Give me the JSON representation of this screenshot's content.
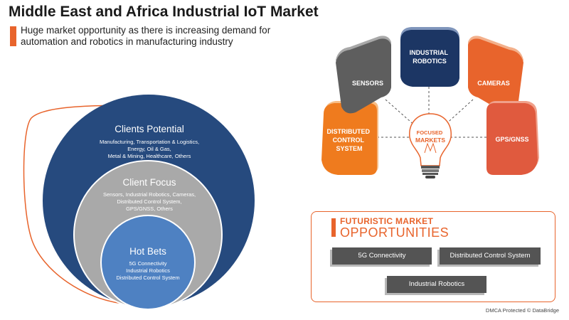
{
  "title": "Middle East and Africa Industrial IoT Market",
  "subtitle": "Huge market opportunity as there is increasing demand for automation and robotics in manufacturing industry",
  "circles": {
    "outer": {
      "title": "Clients Potential",
      "lines": [
        "Manufacturing, Transportation & Logistics,",
        "Energy, Oil & Gas,",
        "Metal & Mining, Healthcare, Others"
      ]
    },
    "middle": {
      "title": "Client Focus",
      "lines": [
        "Sensors, Industrial Robotics, Cameras,",
        "Distributed Control System,",
        "GPS/GNSS, Others"
      ]
    },
    "inner": {
      "title": "Hot Bets",
      "lines": [
        "5G Connectivity",
        "Industrial Robotics",
        "Distributed Control System"
      ]
    }
  },
  "focused_markets": {
    "center_label": [
      "FOCUSED",
      "MARKETS"
    ],
    "petals": [
      {
        "id": "distributed-control-system",
        "lines": [
          "DISTRIBUTED",
          "CONTROL",
          "SYSTEM"
        ],
        "color": "#ef7b1e"
      },
      {
        "id": "sensors",
        "lines": [
          "SENSORS"
        ],
        "color": "#5e5e5e"
      },
      {
        "id": "industrial-robotics",
        "lines": [
          "INDUSTRIAL",
          "ROBOTICS"
        ],
        "color": "#1c3664"
      },
      {
        "id": "cameras",
        "lines": [
          "CAMERAS"
        ],
        "color": "#e8642c"
      },
      {
        "id": "gps-gnss",
        "lines": [
          "GPS/GNSS"
        ],
        "color": "#e05a3e"
      }
    ]
  },
  "futuristic": {
    "title_line1": "FUTURISTIC MARKET",
    "title_line2": "OPPORTUNITIES",
    "items": [
      "5G Connectivity",
      "Distributed Control System",
      "Industrial Robotics"
    ]
  },
  "colors": {
    "accent": "#e8642c",
    "outer_circle": "#264a7e",
    "middle_circle": "#a9a9a9",
    "inner_circle": "#4e81c2"
  },
  "footer": "DMCA Protected © DataBridge"
}
